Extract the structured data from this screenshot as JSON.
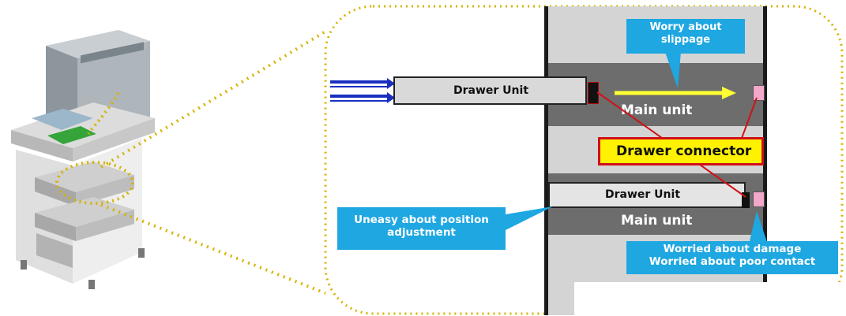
{
  "colors": {
    "callout_blue": "#1ea7e1",
    "main_unit_gray": "#6d6d6d",
    "panel_gray": "#d4d4d4",
    "drawer_gray": "#d9d9d9",
    "dotted_gold": "#d6b300",
    "connector_red": "#d01018",
    "connector_fill": "#fff200",
    "slip_arrow": "#ffff33",
    "input_arrow_blue": "#1a2fbf",
    "pin_pink": "#f2a8c8"
  },
  "diagram": {
    "drawer_unit_top": "Drawer Unit",
    "drawer_unit_bottom": "Drawer Unit",
    "main_unit_top": "Main unit",
    "main_unit_bottom": "Main unit",
    "drawer_connector": "Drawer connector",
    "callout_slippage": "Worry about\nslippage",
    "callout_position": "Uneasy about position\nadjustment",
    "callout_damage": "Worried about damage\nWorried about poor contact"
  }
}
